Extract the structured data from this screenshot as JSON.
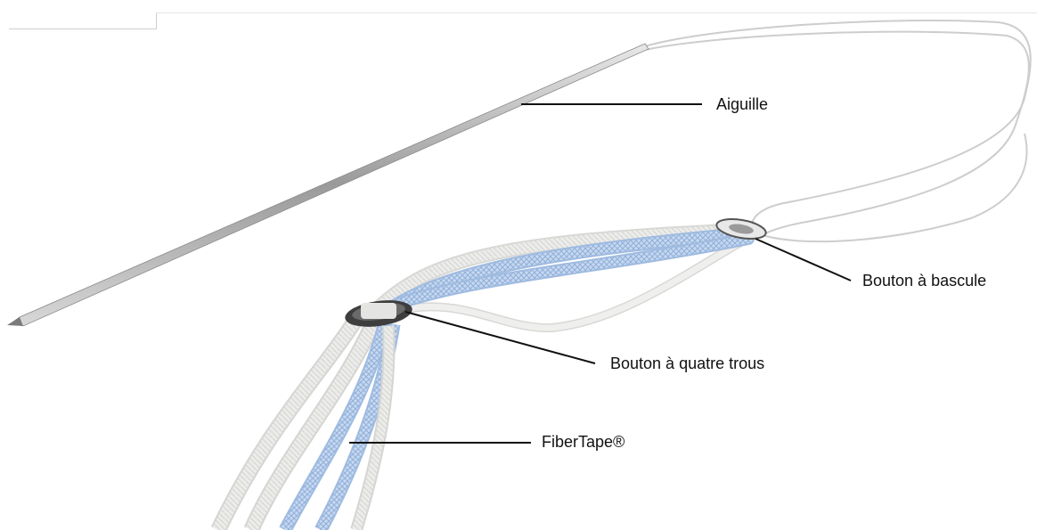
{
  "labels": {
    "needle": "Aiguille",
    "toggle_button": "Bouton à bascule",
    "four_hole_button": "Bouton à quatre trous",
    "fibertape": "FiberTape®"
  },
  "colors": {
    "callout_line": "#111111",
    "tape_white": "#e6e6e4",
    "tape_blue": "#b7cbe6",
    "needle": "#b5b5b5",
    "suture": "#c9c9c9",
    "button_dark": "#4a4a4a"
  }
}
